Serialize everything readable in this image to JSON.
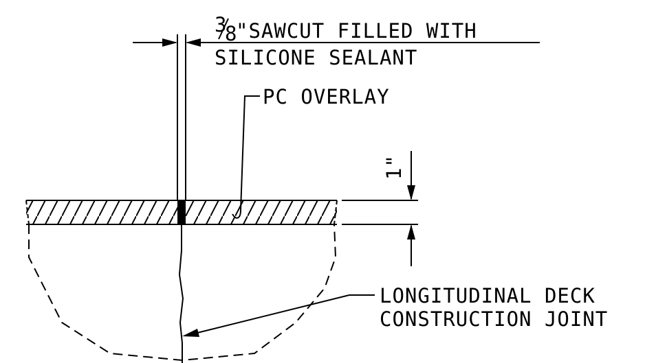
{
  "labels": {
    "sawcut_fraction_num": "3",
    "sawcut_fraction_den": "8",
    "sawcut_line1_rest": "\"SAWCUT FILLED WITH",
    "sawcut_line2": "SILICONE SEALANT",
    "overlay": "PC OVERLAY",
    "thickness": "1\"",
    "joint_line1": "LONGITUDINAL DECK",
    "joint_line2": "CONSTRUCTION JOINT"
  },
  "colors": {
    "ink": "#000000",
    "background": "#ffffff"
  }
}
